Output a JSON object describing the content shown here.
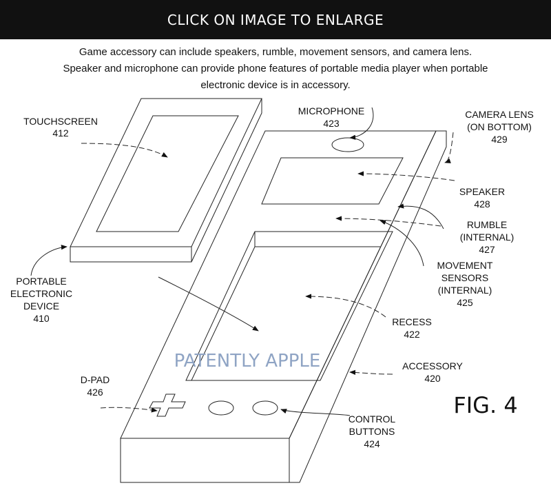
{
  "banner": {
    "text": "CLICK ON IMAGE TO ENLARGE"
  },
  "caption": {
    "line1": "Game accessory can include speakers, rumble, movement sensors, and camera lens.",
    "line2": "Speaker and microphone can provide phone features of portable media player when portable",
    "line3": "electronic device is in accessory."
  },
  "labels": {
    "touchscreen": {
      "name": "TOUCHSCREEN",
      "num": "412"
    },
    "microphone": {
      "name": "MICROPHONE",
      "num": "423"
    },
    "camera": {
      "name1": "CAMERA LENS",
      "name2": "(ON BOTTOM)",
      "num": "429"
    },
    "speaker": {
      "name": "SPEAKER",
      "num": "428"
    },
    "rumble": {
      "name1": "RUMBLE",
      "name2": "(INTERNAL)",
      "num": "427"
    },
    "movement": {
      "name1": "MOVEMENT",
      "name2": "SENSORS",
      "name3": "(INTERNAL)",
      "num": "425"
    },
    "portable": {
      "name1": "PORTABLE",
      "name2": "ELECTRONIC",
      "name3": "DEVICE",
      "num": "410"
    },
    "recess": {
      "name": "RECESS",
      "num": "422"
    },
    "accessory": {
      "name": "ACCESSORY",
      "num": "420"
    },
    "dpad": {
      "name": "D-PAD",
      "num": "426"
    },
    "control": {
      "name1": "CONTROL",
      "name2": "BUTTONS",
      "num": "424"
    }
  },
  "watermark": "PATENTLY APPLE",
  "figure": "FIG. 4"
}
